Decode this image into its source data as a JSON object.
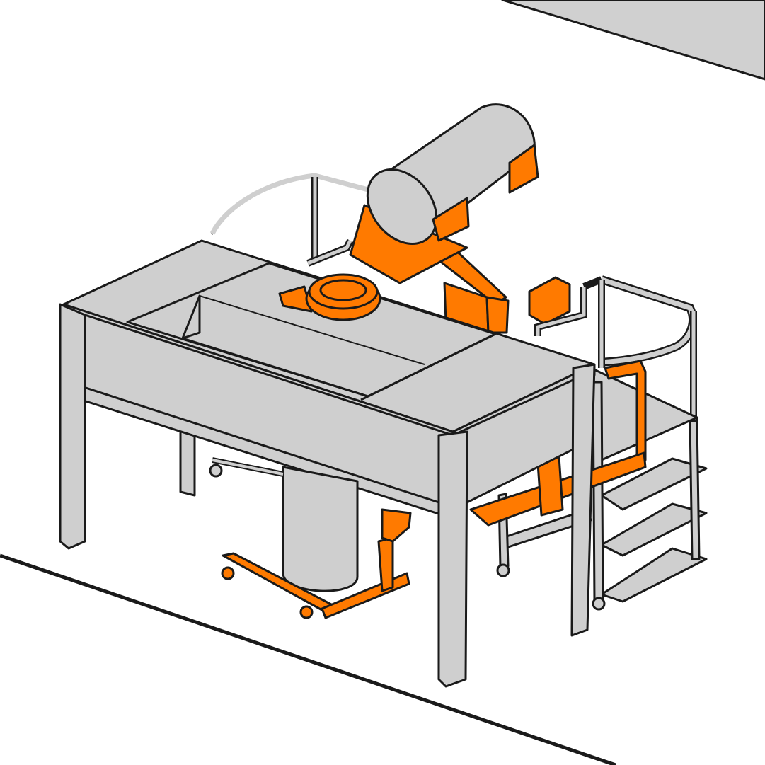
{
  "illustration": {
    "colors": {
      "outline": "#1a1a1a",
      "steel": "#cfcfcf",
      "accent": "#ff7a00",
      "wall": "#d0d0d0",
      "background": "#ffffff"
    },
    "components": [
      "work-table",
      "drum-tipper",
      "drum-container",
      "discharge-funnel",
      "container-trolley",
      "collection-bin",
      "access-platform",
      "platform-guardrail",
      "rear-guardrail"
    ]
  }
}
